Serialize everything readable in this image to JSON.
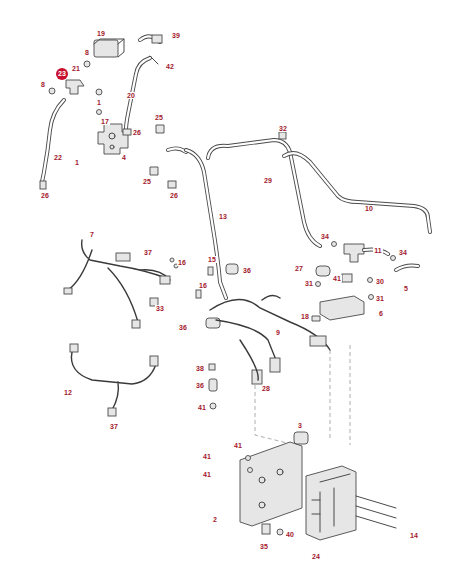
{
  "diagram": {
    "labels": [
      "39",
      "19",
      "8",
      "42",
      "23",
      "21",
      "8",
      "20",
      "1",
      "17",
      "4",
      "1",
      "22",
      "26",
      "26",
      "25",
      "25",
      "26",
      "13",
      "32",
      "29",
      "10",
      "7",
      "37",
      "16",
      "15",
      "36",
      "16",
      "33",
      "36",
      "34",
      "11",
      "34",
      "27",
      "41",
      "30",
      "5",
      "31",
      "31",
      "18",
      "6",
      "9",
      "38",
      "36",
      "41",
      "28",
      "12",
      "37",
      "3",
      "41",
      "41",
      "41",
      "2",
      "35",
      "40",
      "24",
      "14"
    ]
  }
}
